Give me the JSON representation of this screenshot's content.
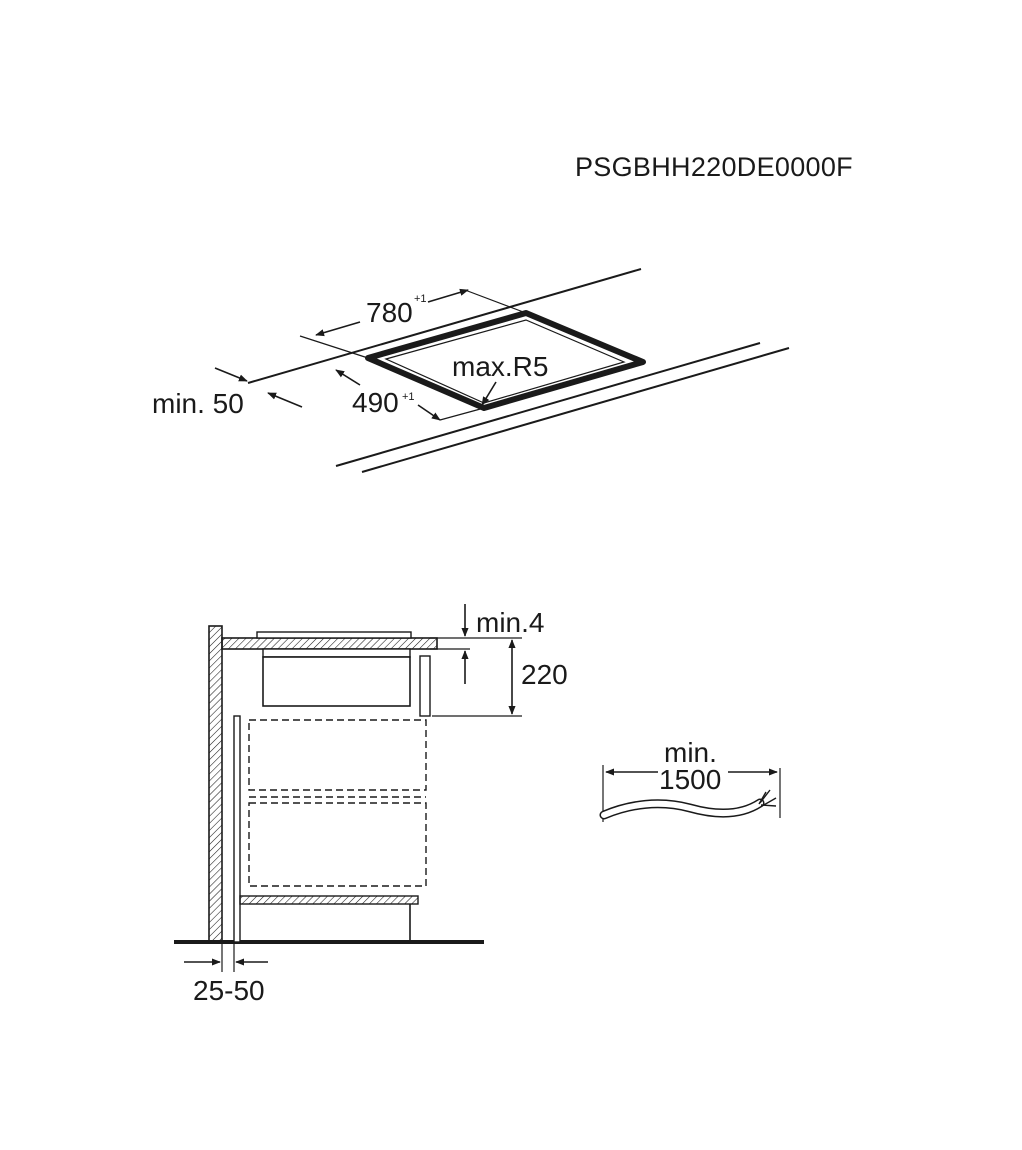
{
  "model_code": "PSGBHH220DE0000F",
  "top_view": {
    "width_value": "780",
    "width_tolerance": "+1",
    "depth_value": "490",
    "depth_tolerance": "+1",
    "corner_radius": "max.R5",
    "edge_distance": "min. 50"
  },
  "side_view": {
    "gap_label": "min.4",
    "height_label": "220",
    "wall_gap_label": "25-50"
  },
  "cable": {
    "length_label_line1": "min.",
    "length_label_line2": "1500"
  }
}
